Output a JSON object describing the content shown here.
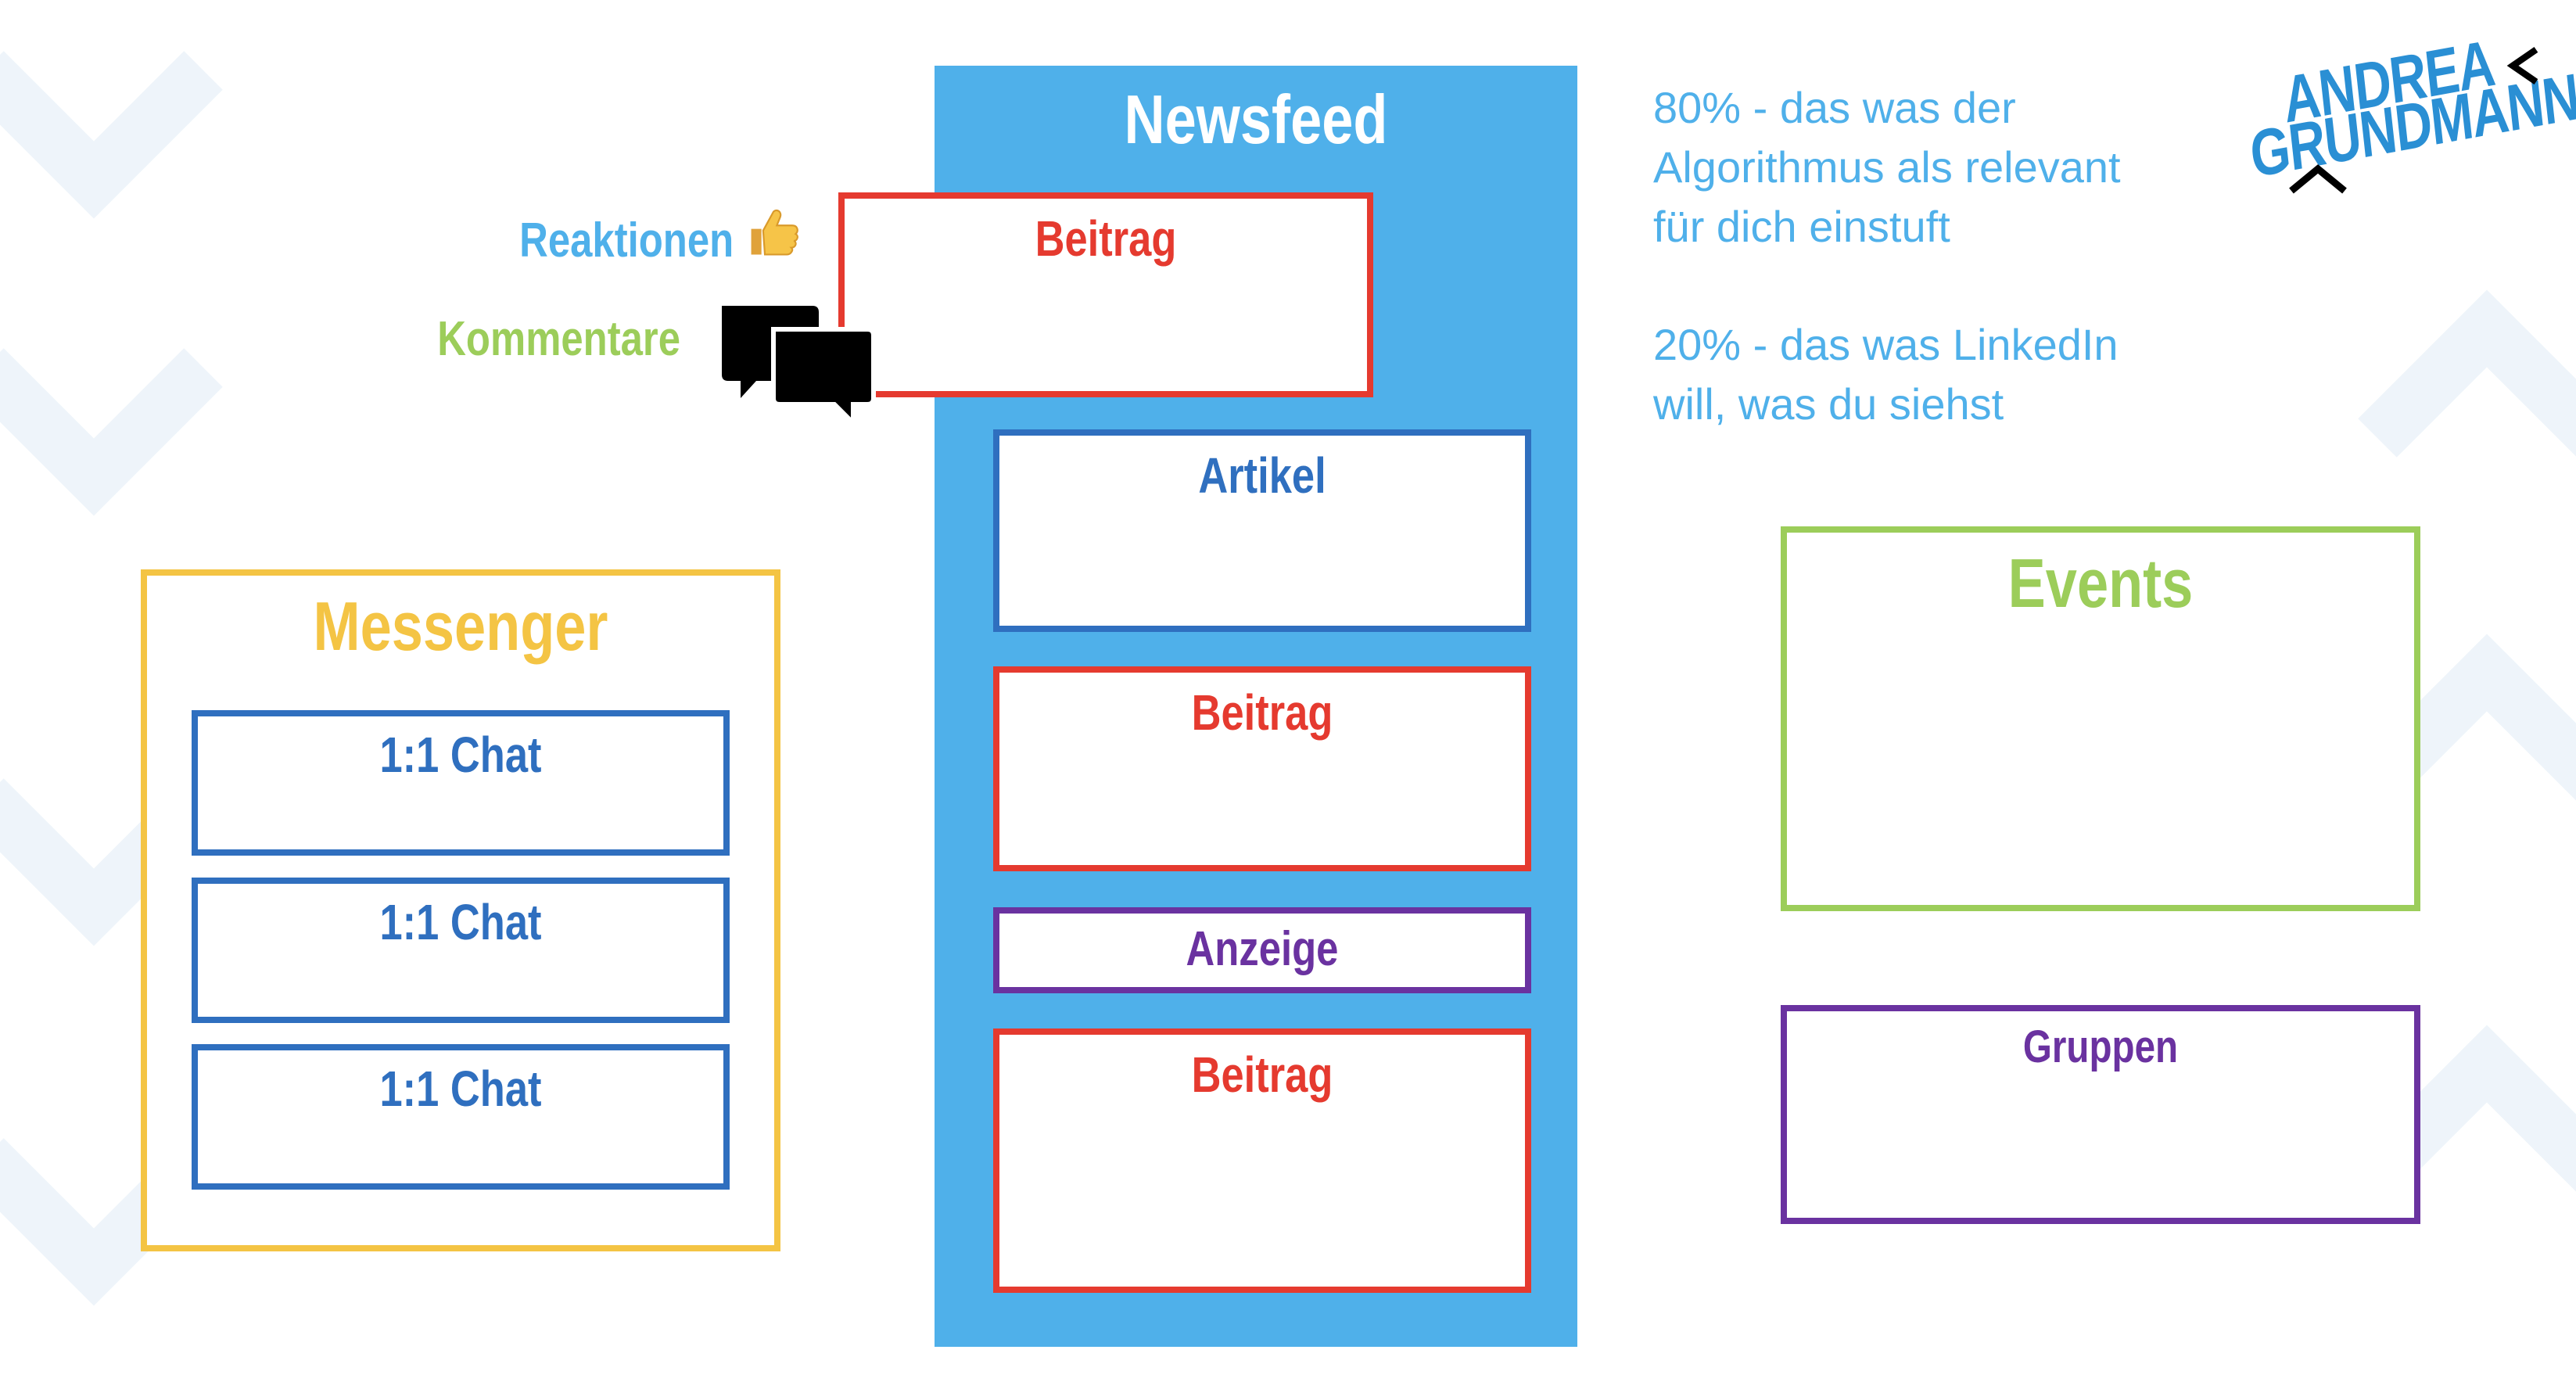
{
  "colors": {
    "newsfeed_blue": "#4fb0ea",
    "post_red": "#e53a2f",
    "article_blue": "#2f6fbf",
    "ad_purple": "#6a32a0",
    "messenger_yellow": "#f4c444",
    "events_green": "#9ccd5a",
    "reactions_blue": "#4fb0ea",
    "comments_green": "#9ccd5a"
  },
  "newsfeed": {
    "title": "Newsfeed",
    "items": [
      {
        "label": "Beitrag",
        "kind": "post"
      },
      {
        "label": "Artikel",
        "kind": "article"
      },
      {
        "label": "Beitrag",
        "kind": "post"
      },
      {
        "label": "Anzeige",
        "kind": "ad"
      },
      {
        "label": "Beitrag",
        "kind": "post"
      }
    ]
  },
  "interactions": {
    "reactions_label": "Reaktionen",
    "reactions_icon": "thumbs-up-icon",
    "comments_label": "Kommentare",
    "comments_icon": "speech-bubbles-icon"
  },
  "messenger": {
    "title": "Messenger",
    "chats": [
      "1:1 Chat",
      "1:1 Chat",
      "1:1 Chat"
    ]
  },
  "events": {
    "title": "Events"
  },
  "groups": {
    "title": "Gruppen"
  },
  "info": {
    "line_80": [
      "80% - das was der",
      "Algorithmus als relevant",
      "für dich einstuft"
    ],
    "line_20": [
      "20% - das was LinkedIn",
      "will, was du siehst"
    ]
  },
  "logo": {
    "line1": "ANDREA",
    "line2": "GRUNDMANN"
  }
}
